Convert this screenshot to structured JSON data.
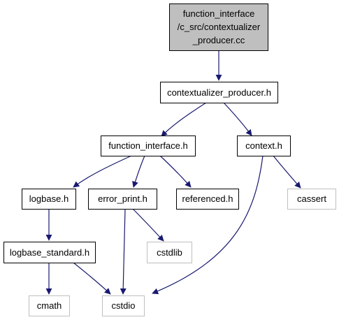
{
  "nodes": {
    "root": {
      "lines": [
        "function_interface",
        "/c_src/contextualizer",
        "_producer.cc"
      ]
    },
    "contextualizer_producer_h": {
      "lines": [
        "contextualizer_producer.h"
      ]
    },
    "function_interface_h": {
      "lines": [
        "function_interface.h"
      ]
    },
    "context_h": {
      "lines": [
        "context.h"
      ]
    },
    "logbase_h": {
      "lines": [
        "logbase.h"
      ]
    },
    "error_print_h": {
      "lines": [
        "error_print.h"
      ]
    },
    "referenced_h": {
      "lines": [
        "referenced.h"
      ]
    },
    "cassert": {
      "lines": [
        "cassert"
      ]
    },
    "logbase_standard_h": {
      "lines": [
        "logbase_standard.h"
      ]
    },
    "cstdlib": {
      "lines": [
        "cstdlib"
      ]
    },
    "cmath": {
      "lines": [
        "cmath"
      ]
    },
    "cstdio": {
      "lines": [
        "cstdio"
      ]
    }
  },
  "colors": {
    "edge": "#191970",
    "root_fill": "#bfbfbf",
    "node_border": "#000000",
    "system_border": "#bfbfbf",
    "text": "#000000"
  }
}
